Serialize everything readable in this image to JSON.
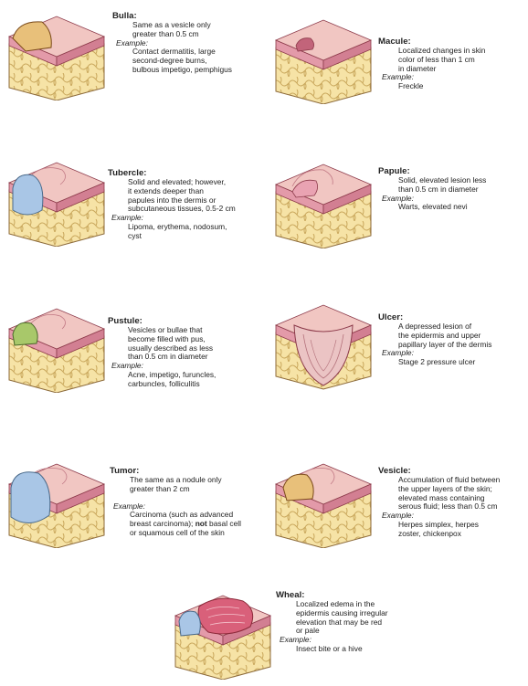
{
  "lesions": [
    {
      "key": "bulla",
      "title": "Bulla:",
      "desc_lines": [
        "Same as a vesicle only",
        "greater than 0.5 cm"
      ],
      "example_label": "Example:",
      "example_lines": [
        "Contact dermatitis, large",
        "second-degree burns,",
        "bulbous impetigo, pemphigus"
      ],
      "fluid_color": "#e8c07a"
    },
    {
      "key": "macule",
      "title": "Macule:",
      "desc_lines": [
        "Localized changes in skin",
        "color of less than 1 cm",
        "in diameter"
      ],
      "example_label": "Example:",
      "example_lines": [
        "Freckle"
      ],
      "fluid_color": "#c2647a"
    },
    {
      "key": "tubercle",
      "title": "Tubercle:",
      "desc_lines": [
        "Solid and elevated; however,",
        "it extends deeper than",
        "papules into the dermis or",
        "subcutaneous tissues, 0.5-2 cm"
      ],
      "example_label": "Example:",
      "example_lines": [
        "Lipoma, erythema, nodosum,",
        "cyst"
      ],
      "fluid_color": "#a9c6e6"
    },
    {
      "key": "papule",
      "title": "Papule:",
      "desc_lines": [
        "Solid, elevated lesion less",
        "than 0.5 cm in diameter"
      ],
      "example_label": "Example:",
      "example_lines": [
        "Warts, elevated nevi"
      ],
      "fluid_color": "#d98aa0"
    },
    {
      "key": "pustule",
      "title": "Pustule:",
      "desc_lines": [
        "Vesicles or bullae that",
        "become filled with pus,",
        "usually described as less",
        "than 0.5 cm in diameter"
      ],
      "example_label": "Example:",
      "example_lines": [
        "Acne, impetigo, furuncles,",
        "carbuncles, folliculitis"
      ],
      "fluid_color": "#a8c86a"
    },
    {
      "key": "ulcer",
      "title": "Ulcer:",
      "desc_lines": [
        "A depressed lesion of",
        "the epidermis and upper",
        "papillary layer of the dermis"
      ],
      "example_label": "Example:",
      "example_lines": [
        "Stage 2 pressure ulcer"
      ],
      "fluid_color": "#d6a0a0"
    },
    {
      "key": "tumor",
      "title": "Tumor:",
      "desc_lines": [
        "The same as a nodule only",
        "greater than 2 cm"
      ],
      "example_label": "Example:",
      "example_lines_pre": "Carcinoma (such as advanced",
      "example_lines_mid_a": "breast carcinoma); ",
      "example_lines_bold": "not",
      "example_lines_mid_b": " basal cell",
      "example_lines_post": "or squamous cell of the skin",
      "fluid_color": "#a9c6e6"
    },
    {
      "key": "vesicle",
      "title": "Vesicle:",
      "desc_lines": [
        "Accumulation of fluid between",
        "the upper layers of the skin;",
        "elevated mass containing",
        "serous fluid; less than 0.5 cm"
      ],
      "example_label": "Example:",
      "example_lines": [
        "Herpes simplex, herpes",
        "zoster, chickenpox"
      ],
      "fluid_color": "#e8c07a"
    },
    {
      "key": "wheal",
      "title": "Wheal:",
      "desc_lines": [
        "Localized edema in the",
        "epidermis causing irregular",
        "elevation that may be red",
        "or pale"
      ],
      "example_label": "Example:",
      "example_lines": [
        "Insect bite or a hive"
      ],
      "fluid_color": "#d9607a"
    }
  ]
}
